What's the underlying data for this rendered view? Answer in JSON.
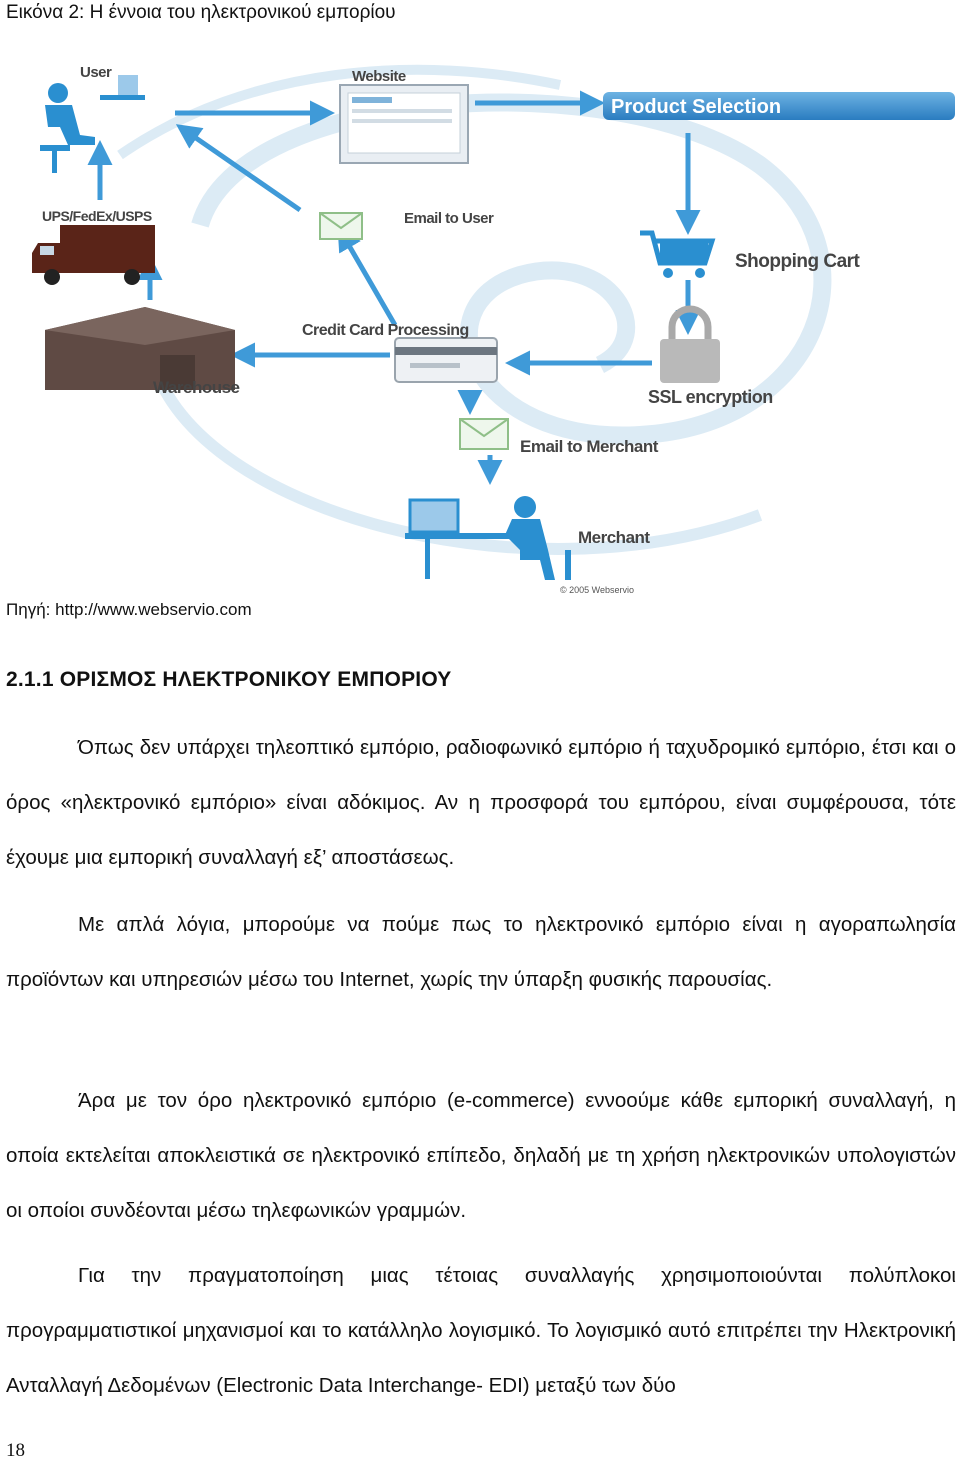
{
  "caption": "Εικόνα 2: Η έννοια του ηλεκτρονικού εμπορίου",
  "figure": {
    "labels": {
      "user": "User",
      "website": "Website",
      "product_selection": "Product Selection",
      "ups": "UPS/FedEx/USPS",
      "email_user": "Email to User",
      "shopping_cart": "Shopping Cart",
      "credit_card": "Credit Card Processing",
      "warehouse": "Warehouse",
      "ssl": "SSL encryption",
      "email_merchant": "Email to Merchant",
      "merchant": "Merchant",
      "copyright": "© 2005 Webservio"
    },
    "colors": {
      "accent": "#2a8fd0",
      "arrow": "#3f9ad8",
      "swirl": "#dcebf5",
      "label": "#444444"
    }
  },
  "source": "Πηγή: http://www.webservio.com",
  "heading": "2.1.1 ΟΡΙΣΜΟΣ ΗΛΕΚΤΡΟΝΙΚΟΥ ΕΜΠΟΡΙΟΥ",
  "paragraphs": [
    "Όπως δεν υπάρχει τηλεοπτικό εμπόριο, ραδιοφωνικό εμπόριο ή ταχυδρομικό εμπόριο, έτσι και ο όρος «ηλεκτρονικό εμπόριο» είναι αδόκιμος. Αν η προσφορά του εμπόρου, είναι συμφέρουσα, τότε έχουμε μια εμπορική συναλλαγή εξ’ αποστάσεως.",
    "Με απλά λόγια, μπορούμε να πούμε πως το ηλεκτρονικό εμπόριο είναι η αγοραπωλησία προϊόντων και υπηρεσιών μέσω του Internet, χωρίς την ύπαρξη φυσικής παρουσίας.",
    "Άρα με τον όρο ηλεκτρονικό εμπόριο (e-commerce) εννοούμε κάθε εμπορική συναλλαγή, η οποία εκτελείται αποκλειστικά σε ηλεκτρονικό επίπεδο, δηλαδή με τη χρήση ηλεκτρονικών υπολογιστών οι οποίοι συνδέονται μέσω τηλεφωνικών γραμμών.",
    "Για την πραγματοποίηση μιας τέτοιας συναλλαγής χρησιμοποιούνται πολύπλοκοι προγραμματιστικοί μηχανισμοί και το κατάλληλο λογισμικό. Το λογισμικό αυτό επιτρέπει την Ηλεκτρονική Ανταλλαγή Δεδομένων (Electronic Data Interchange- EDI) μεταξύ των δύο"
  ],
  "page_number": "18"
}
